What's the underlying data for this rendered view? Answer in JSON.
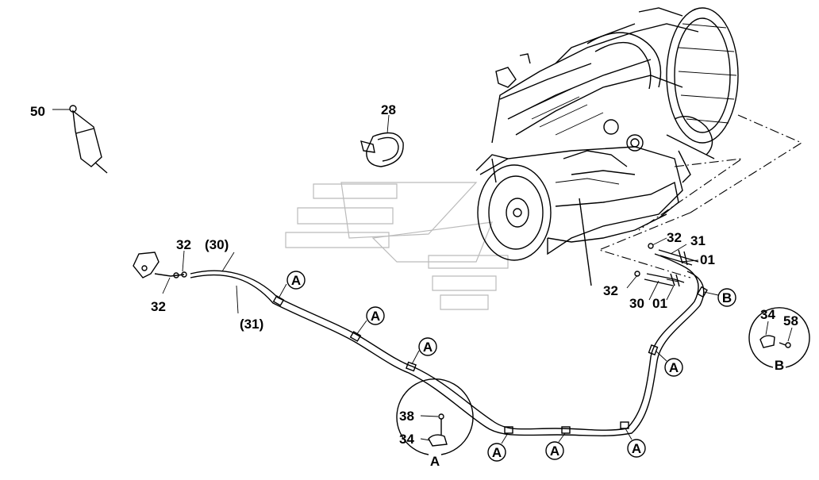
{
  "callouts": {
    "p50": "50",
    "p28": "28",
    "p32_a": "32",
    "p30_paren": "(30)",
    "p32_b": "32",
    "p31_paren": "(31)",
    "p32_c": "32",
    "p31": "31",
    "p01_a": "01",
    "p32_d": "32",
    "p30": "30",
    "p01_b": "01",
    "p34_b": "34",
    "p58": "58",
    "p38": "38",
    "p34_a": "34"
  },
  "markers": {
    "a1": "A",
    "a2": "A",
    "a3": "A",
    "a4": "A",
    "a5": "A",
    "a6": "A",
    "a7": "A",
    "b1": "B"
  },
  "details": {
    "detail_a_label": "A",
    "detail_b_label": "B"
  }
}
